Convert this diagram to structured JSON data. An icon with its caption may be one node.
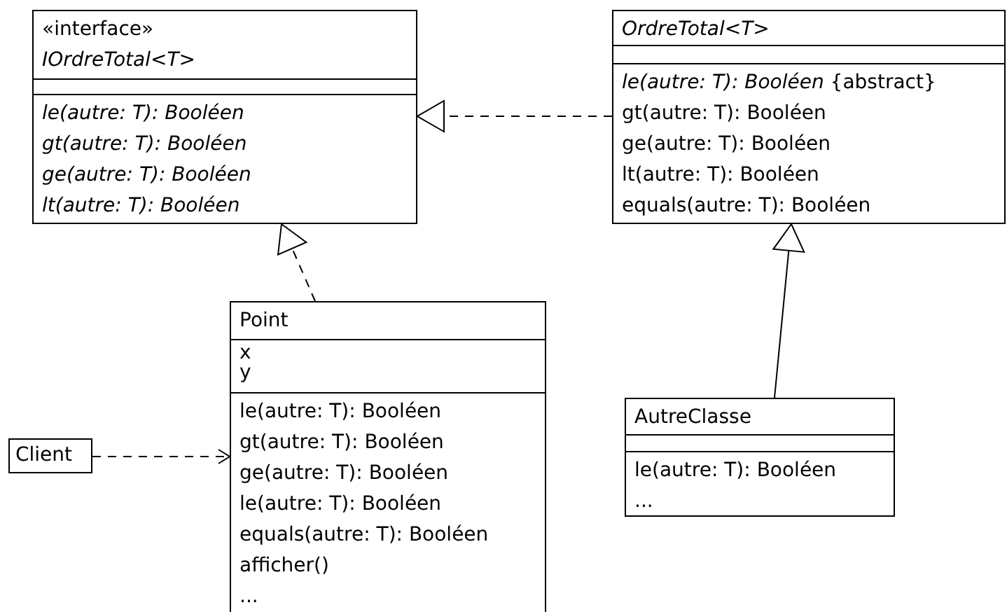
{
  "diagram": {
    "nodes": [
      {
        "text": [
          "«interface»",
          "IOrdreTotal<T>",
          "le(autre: T): Booléen",
          "gt(autre: T): Booléen",
          "ge(autre: T): Booléen",
          "lt(autre: T): Booléen"
        ]
      },
      {
        "text": [
          "OrdreTotal<T>",
          "*le(autre: T): Booléen* {abstract}",
          "gt(autre: T): Booléen",
          "ge(autre: T): Booléen",
          "lt(autre: T): Booléen",
          "equals(autre: T): Booléen"
        ]
      },
      {
        "text": [
          "Point",
          "x",
          "y",
          "le(autre: T): Booléen",
          "gt(autre: T): Booléen",
          "ge(autre: T): Booléen",
          "le(autre: T): Booléen",
          "equals(autre: T): Booléen",
          "afficher()",
          "..."
        ]
      },
      {
        "text": [
          "AutreClasse",
          "le(autre: T): Booléen",
          "..."
        ]
      },
      {
        "text": [
          "Client"
        ]
      }
    ],
    "edges": [
      {
        "from": 1,
        "to": 0,
        "arrow": "to",
        "style": "dashed"
      },
      {
        "from": 2,
        "to": 0,
        "arrow": "to",
        "style": "dashed"
      },
      {
        "from": 3,
        "to": 1,
        "arrow": "to"
      },
      {
        "from": 4,
        "to": 2,
        "arrow": "to",
        "style": "dashed"
      }
    ]
  }
}
